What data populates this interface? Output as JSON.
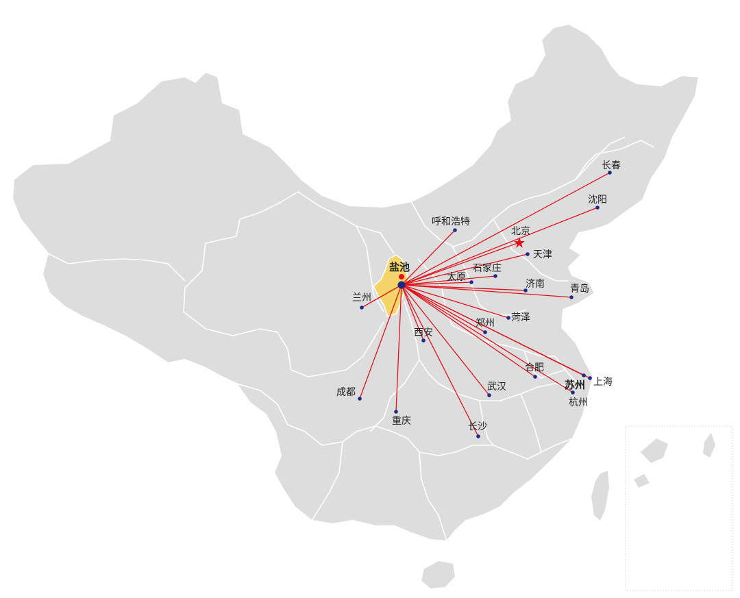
{
  "map": {
    "origin": {
      "name": "盐池"
    },
    "capital": {
      "name": "北京"
    },
    "cities": [
      {
        "name": "呼和浩特"
      },
      {
        "name": "长春"
      },
      {
        "name": "沈阳"
      },
      {
        "name": "天津"
      },
      {
        "name": "石家庄"
      },
      {
        "name": "太原"
      },
      {
        "name": "济南"
      },
      {
        "name": "青岛"
      },
      {
        "name": "菏泽"
      },
      {
        "name": "郑州"
      },
      {
        "name": "西安"
      },
      {
        "name": "兰州"
      },
      {
        "name": "成都"
      },
      {
        "name": "重庆"
      },
      {
        "name": "武汉"
      },
      {
        "name": "长沙"
      },
      {
        "name": "合肥"
      },
      {
        "name": "苏州"
      },
      {
        "name": "上海"
      },
      {
        "name": "杭州"
      }
    ],
    "colors": {
      "land": "#dddddd",
      "highlight": "#f3d56a",
      "route": "#e0121b",
      "city_dot": "#1b2a88"
    }
  }
}
